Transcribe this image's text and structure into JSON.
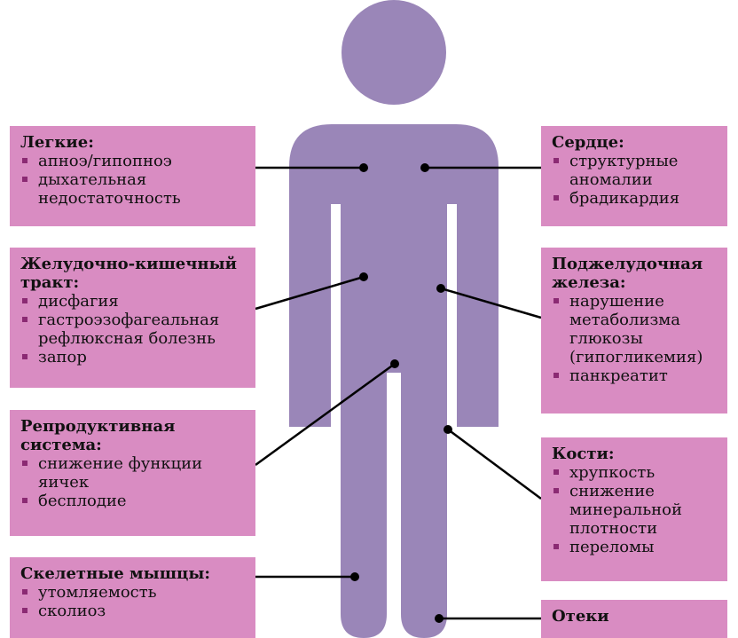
{
  "colors": {
    "figure": "#9a86b8",
    "box": "#d98cc2",
    "bullet": "#8b2a73",
    "line": "#000000"
  },
  "boxes": {
    "lungs": {
      "title": "Легкие:",
      "items": [
        "апноэ/гипопноэ",
        "дыхательная недостаточность"
      ]
    },
    "gi": {
      "title": "Желудочно-кишечный тракт:",
      "items": [
        "дисфагия",
        "гастроэзофагеальная рефлюксная болезнь",
        "запор"
      ]
    },
    "reproductive": {
      "title": "Репродуктивная система:",
      "items": [
        "снижение функции яичек",
        "бесплодие"
      ]
    },
    "muscles": {
      "title": "Скелетные мышцы:",
      "items": [
        "утомляемость",
        "сколиоз"
      ]
    },
    "heart": {
      "title": "Сердце:",
      "items": [
        "структурные аномалии",
        "брадикардия"
      ]
    },
    "pancreas": {
      "title": "Поджелудочная железа:",
      "items": [
        "нарушение метаболизма глюкозы (гипогликемия)",
        "панкреатит"
      ]
    },
    "bones": {
      "title": "Кости:",
      "items": [
        "хрупкость",
        "снижение минеральной плотности",
        "переломы"
      ]
    },
    "edema": {
      "title": "Отеки",
      "items": []
    }
  }
}
